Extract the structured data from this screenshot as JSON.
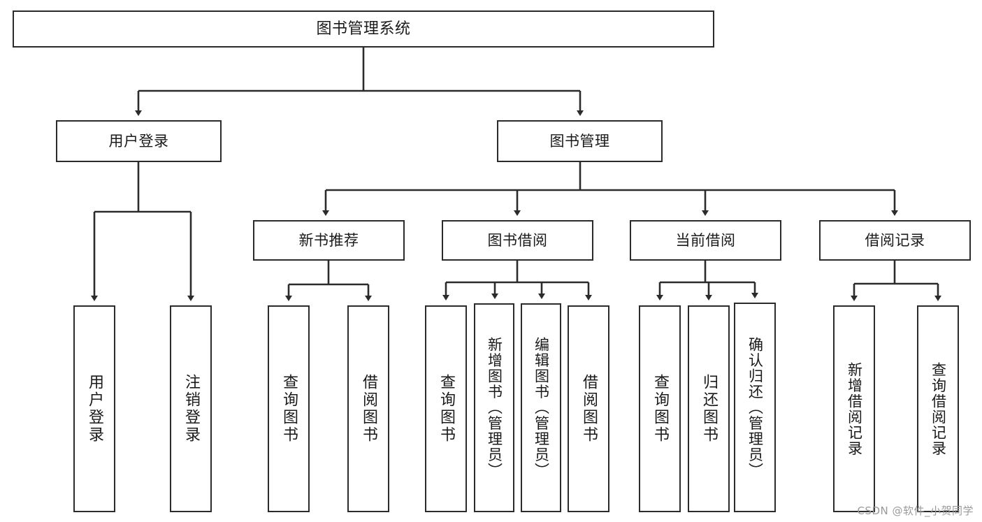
{
  "diagram": {
    "title": "图书管理系统",
    "type": "tree",
    "watermark": "CSDN @软件_小贺同学",
    "line_color": "#2b2b2b",
    "box_fill": "#ffffff",
    "text_color": "#1a1a1a",
    "nodes": {
      "root": {
        "label": "图书管理系统"
      },
      "level2": [
        {
          "id": "user-login",
          "label": "用户登录"
        },
        {
          "id": "book-manage",
          "label": "图书管理"
        }
      ],
      "level3": [
        {
          "id": "new-book-rec",
          "label": "新书推荐"
        },
        {
          "id": "book-borrow",
          "label": "图书借阅"
        },
        {
          "id": "current-borrow",
          "label": "当前借阅"
        },
        {
          "id": "borrow-record",
          "label": "借阅记录"
        }
      ],
      "leaves": [
        {
          "id": "leaf-user-login",
          "label": "用户登录"
        },
        {
          "id": "leaf-logout-login",
          "label": "注销登录"
        },
        {
          "id": "leaf-query-book-1",
          "label": "查询图书"
        },
        {
          "id": "leaf-borrow-book-1",
          "label": "借阅图书"
        },
        {
          "id": "leaf-query-book-2",
          "label": "查询图书"
        },
        {
          "id": "leaf-add-book-admin",
          "label": "新增图书（管理员）"
        },
        {
          "id": "leaf-edit-book-admin",
          "label": "编辑图书（管理员）"
        },
        {
          "id": "leaf-borrow-book-2",
          "label": "借阅图书"
        },
        {
          "id": "leaf-query-book-3",
          "label": "查询图书"
        },
        {
          "id": "leaf-return-book",
          "label": "归还图书"
        },
        {
          "id": "leaf-confirm-return-admin",
          "label": "确认归还（管理员）"
        },
        {
          "id": "leaf-add-borrow-record",
          "label": "新增借阅记录"
        },
        {
          "id": "leaf-query-borrow-record",
          "label": "查询借阅记录"
        }
      ]
    }
  }
}
